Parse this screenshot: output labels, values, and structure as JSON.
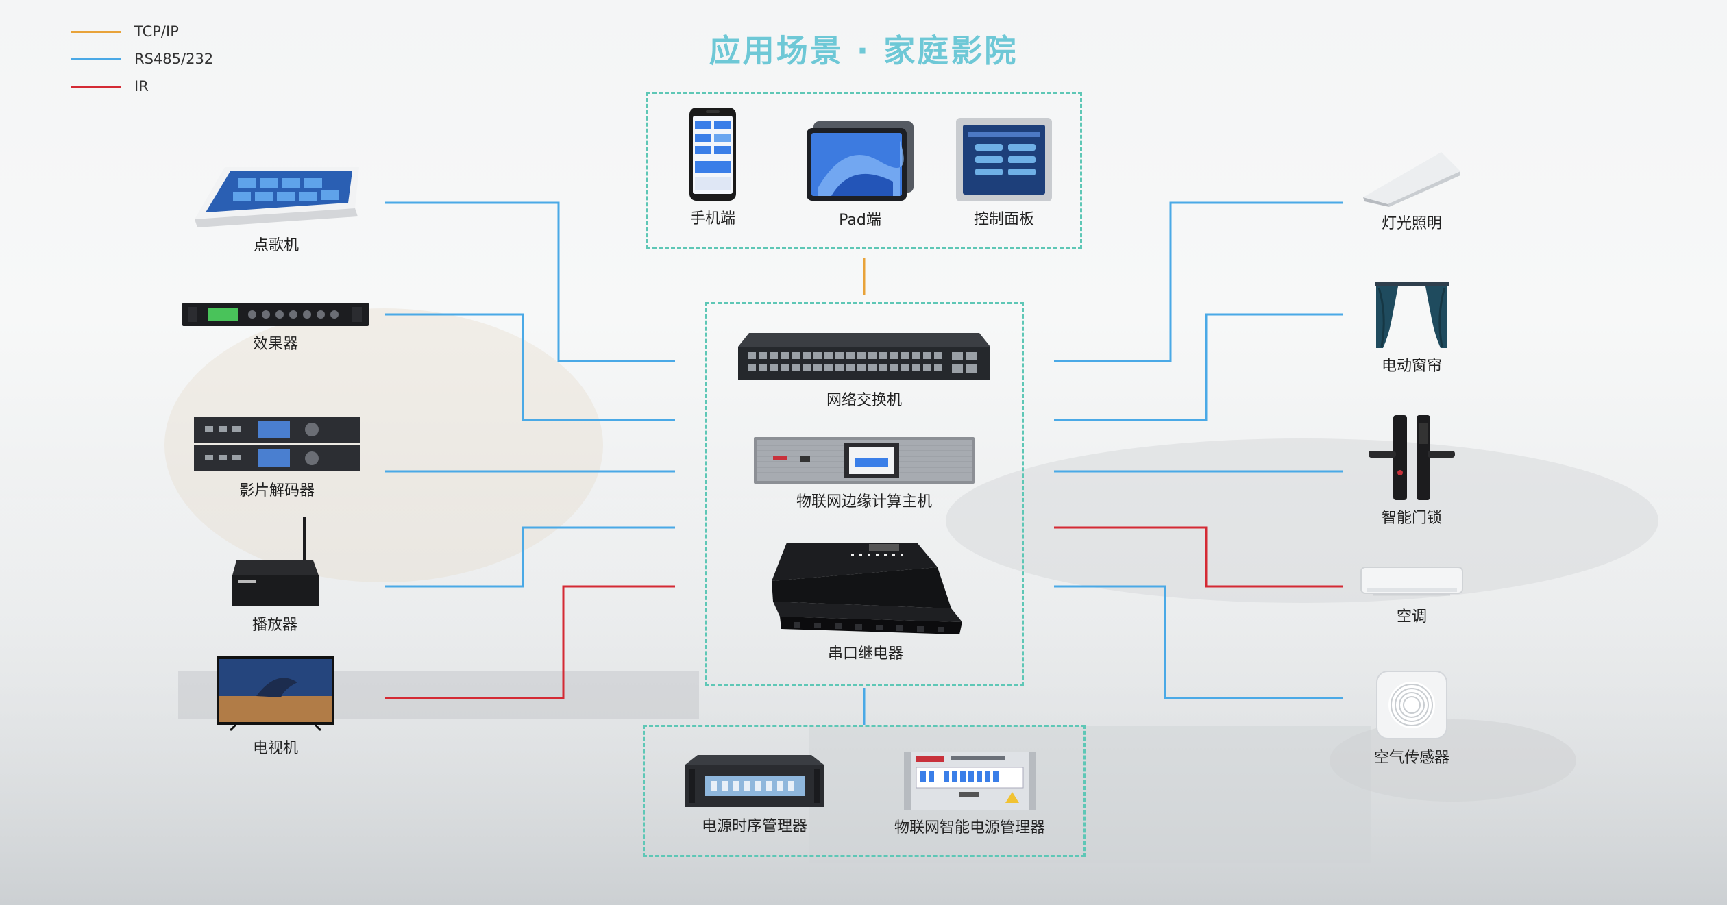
{
  "title": "应用场景 · 家庭影院",
  "legend": [
    {
      "label": "TCP/IP",
      "color": "#e8a33a"
    },
    {
      "label": "RS485/232",
      "color": "#4aa9e6"
    },
    {
      "label": "IR",
      "color": "#d42a34"
    }
  ],
  "control_terminals": {
    "phone": "手机端",
    "pad": "Pad端",
    "panel": "控制面板"
  },
  "core": {
    "switch": "网络交换机",
    "edge_host": "物联网边缘计算主机",
    "relay": "串口继电器"
  },
  "power": {
    "sequencer": "电源时序管理器",
    "smart_power": "物联网智能电源管理器"
  },
  "left_devices": {
    "karaoke": "点歌机",
    "effects": "效果器",
    "decoder": "影片解码器",
    "player": "播放器",
    "tv": "电视机"
  },
  "right_devices": {
    "lighting": "灯光照明",
    "curtain": "电动窗帘",
    "lock": "智能门锁",
    "ac": "空调",
    "air_sensor": "空气传感器"
  },
  "colors": {
    "tcp": "#e8a33a",
    "rs485": "#4aa9e6",
    "ir": "#d42a34",
    "box_border": "#5ec7b6",
    "title": "#6ec8d6"
  }
}
